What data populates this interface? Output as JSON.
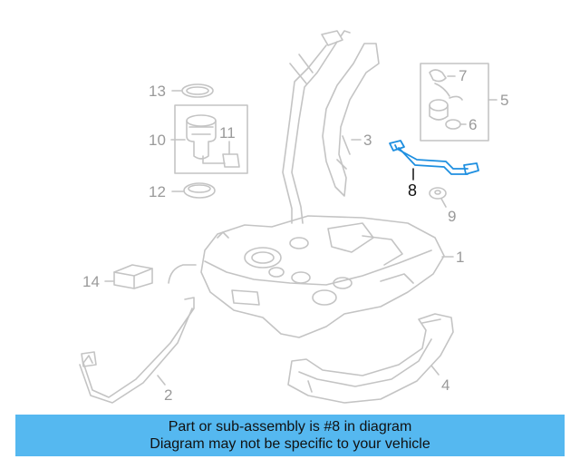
{
  "diagram": {
    "callouts": {
      "c1": "1",
      "c2": "2",
      "c3": "3",
      "c4": "4",
      "c5": "5",
      "c6": "6",
      "c7": "7",
      "c8": "8",
      "c9": "9",
      "c10": "10",
      "c11": "11",
      "c12": "12",
      "c13": "13",
      "c14": "14"
    },
    "highlighted_part": "8"
  },
  "banner": {
    "line1": "Part or sub-assembly is #8 in diagram",
    "line2": "Diagram may not be specific to your vehicle"
  },
  "colors": {
    "line_art": "#c4c4c4",
    "highlight": "#1e8fe0",
    "banner_bg": "#55b8f0"
  }
}
